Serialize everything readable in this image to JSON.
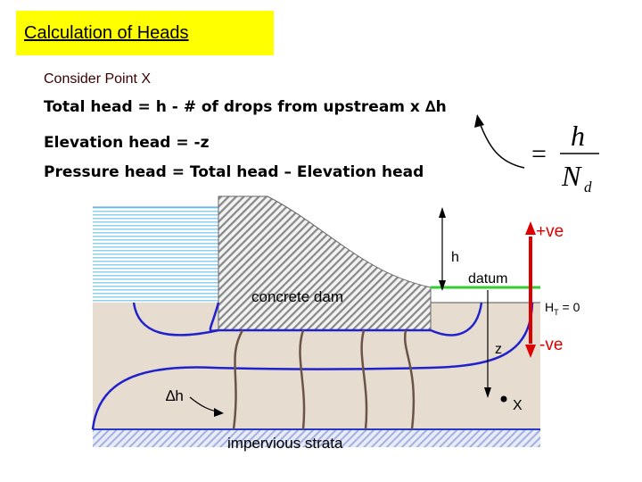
{
  "title": "Calculation of Heads",
  "lines": {
    "consider": "Consider Point X",
    "total_head": "Total head = h -  # of drops from upstream x ∆h",
    "elevation_head": "Elevation head = -z",
    "pressure_head": "Pressure head = Total head – Elevation head"
  },
  "formula": {
    "equals": "=",
    "numerator": "h",
    "denominator": "N",
    "subscript": "d"
  },
  "labels": {
    "positive": "+ve",
    "negative": "-ve",
    "h": "h",
    "datum": "datum",
    "ht_main": "H",
    "ht_sub": "T",
    "ht_rest": " = 0",
    "z": "z",
    "point_x": "X",
    "dam": "concrete dam",
    "dh": "∆h",
    "strata": "impervious strata"
  },
  "colors": {
    "title_bg": "#ffff00",
    "water": "#8fd0ef",
    "soil": "#e6ddd0",
    "dam_hatch": "#888888",
    "flow_lines": "#2222cc",
    "equipotential": "#6b5447",
    "datum_line": "#33cc33",
    "axis": "#dd0000",
    "strata": "#a3b0e0"
  }
}
